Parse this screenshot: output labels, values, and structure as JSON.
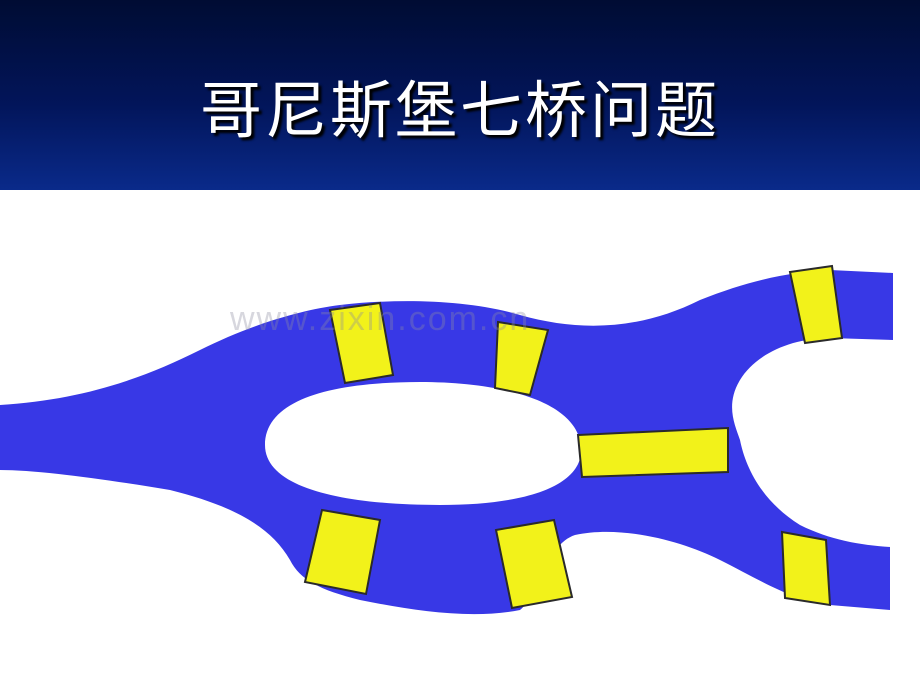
{
  "slide": {
    "title": "哥尼斯堡七桥问题",
    "watermark": "www.zixin.com.cn"
  },
  "diagram": {
    "description_colors": {
      "water": "#3838e6",
      "bridge": "#f2f21a",
      "land": "#ffffff",
      "header_dark": "#000c33",
      "header_light": "#0a2a8a"
    },
    "bridge_count": 7
  }
}
